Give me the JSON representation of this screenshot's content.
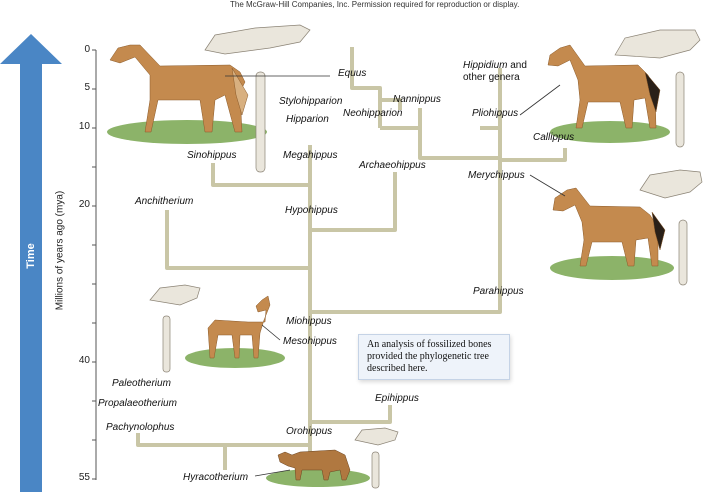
{
  "credit": "The McGraw-Hill Companies, Inc. Permission required for reproduction or display.",
  "time_label": "Time",
  "axis_title": "Millions of years ago (mya)",
  "axis_ticks": [
    "0",
    "5",
    "10",
    "20",
    "40",
    "55"
  ],
  "note": "An analysis of fossilized bones provided the phylogenetic tree described here.",
  "genera": {
    "equus": "Equus",
    "hippidium": "Hippidium",
    "hippidium_suffix": "and",
    "other_genera": "other genera",
    "stylohipparion": "Stylohipparion",
    "nannippus": "Nannippus",
    "hipparion": "Hipparion",
    "neohipparion": "Neohipparion",
    "pliohippus": "Pliohippus",
    "callippus": "Callippus",
    "sinohippus": "Sinohippus",
    "megahippus": "Megahippus",
    "archaeohippus": "Archaeohippus",
    "merychippus": "Merychippus",
    "anchitherium": "Anchitherium",
    "hypohippus": "Hypohippus",
    "parahippus": "Parahippus",
    "miohippus": "Miohippus",
    "mesohippus": "Mesohippus",
    "paleotherium": "Paleotherium",
    "propalaeotherium": "Propalaeotherium",
    "epihippus": "Epihippus",
    "pachynolophus": "Pachynolophus",
    "orohippus": "Orohippus",
    "hyracotherium": "Hyracotherium"
  },
  "colors": {
    "arrow": "#4a86c5",
    "branch": "#c9c6a6",
    "horse": "#c48a4e",
    "grass": "#6fa044",
    "bone": "#eae6dc"
  }
}
